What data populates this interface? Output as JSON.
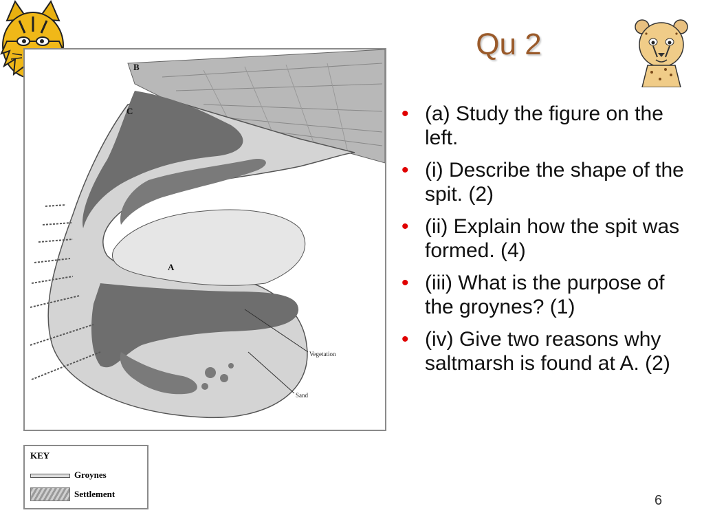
{
  "slide": {
    "title": "Qu 2",
    "page_number": "6"
  },
  "figure": {
    "labels": {
      "B": "B",
      "C": "C",
      "A": "A",
      "vegetation": "Vegetation",
      "sand": "Sand"
    }
  },
  "key": {
    "title": "KEY",
    "items": [
      {
        "label": "Groynes"
      },
      {
        "label": "Settlement"
      }
    ]
  },
  "questions": [
    {
      "text": "(a) Study the figure on the left."
    },
    {
      "text": "(i) Describe the shape of the spit. (2)"
    },
    {
      "text": "(ii) Explain how the spit was formed. (4)"
    },
    {
      "text": "(iii) What is the purpose of the groynes? (1)"
    },
    {
      "text": "(iv) Give two reasons why saltmarsh is found at A. (2)"
    }
  ],
  "colors": {
    "title": "#9a5a2a",
    "bullet": "#e00000",
    "sand": "#d4d4d4",
    "vegetation": "#6e6e6e"
  },
  "icons": {
    "left_logo": "bobcat-mascot-icon",
    "right_logo": "cheetah-mascot-icon"
  }
}
